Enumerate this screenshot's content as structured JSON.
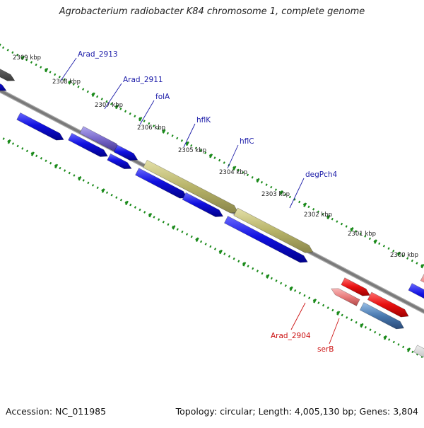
{
  "title": "Agrobacterium radiobacter K84 chromosome 1, complete genome",
  "footer": {
    "accession": "Accession: NC_011985",
    "summary": "Topology: circular; Length: 4,005,130 bp; Genes: 3,804"
  },
  "ruler": [
    "2309 kbp",
    "2308 kbp",
    "2307 kbp",
    "2306 kbp",
    "2305 kbp",
    "2304 kbp",
    "2303 kbp",
    "2302 kbp",
    "2301 kbp",
    "2300 kbp"
  ],
  "gene_labels": [
    {
      "text": "Arad_2913",
      "color": "#1a1aa8"
    },
    {
      "text": "Arad_2911",
      "color": "#1a1aa8"
    },
    {
      "text": "folA",
      "color": "#1a1aa8"
    },
    {
      "text": "hflK",
      "color": "#1a1aa8"
    },
    {
      "text": "hflC",
      "color": "#1a1aa8"
    },
    {
      "text": "degPch4",
      "color": "#1a1aa8"
    },
    {
      "text": "Arad_2904",
      "color": "#cc1111"
    },
    {
      "text": "serB",
      "color": "#cc1111"
    }
  ],
  "colors": {
    "backbone": "#7a7a7a",
    "cds_blue": "#1010e0",
    "olive": "#b8b46a",
    "purple": "#7a6acb",
    "red": "#e81010",
    "pink": "#e87a7a",
    "steel": "#4a7ab0",
    "gray_feature": "#bfbfbf",
    "tick_green": "#1a8a1a"
  }
}
